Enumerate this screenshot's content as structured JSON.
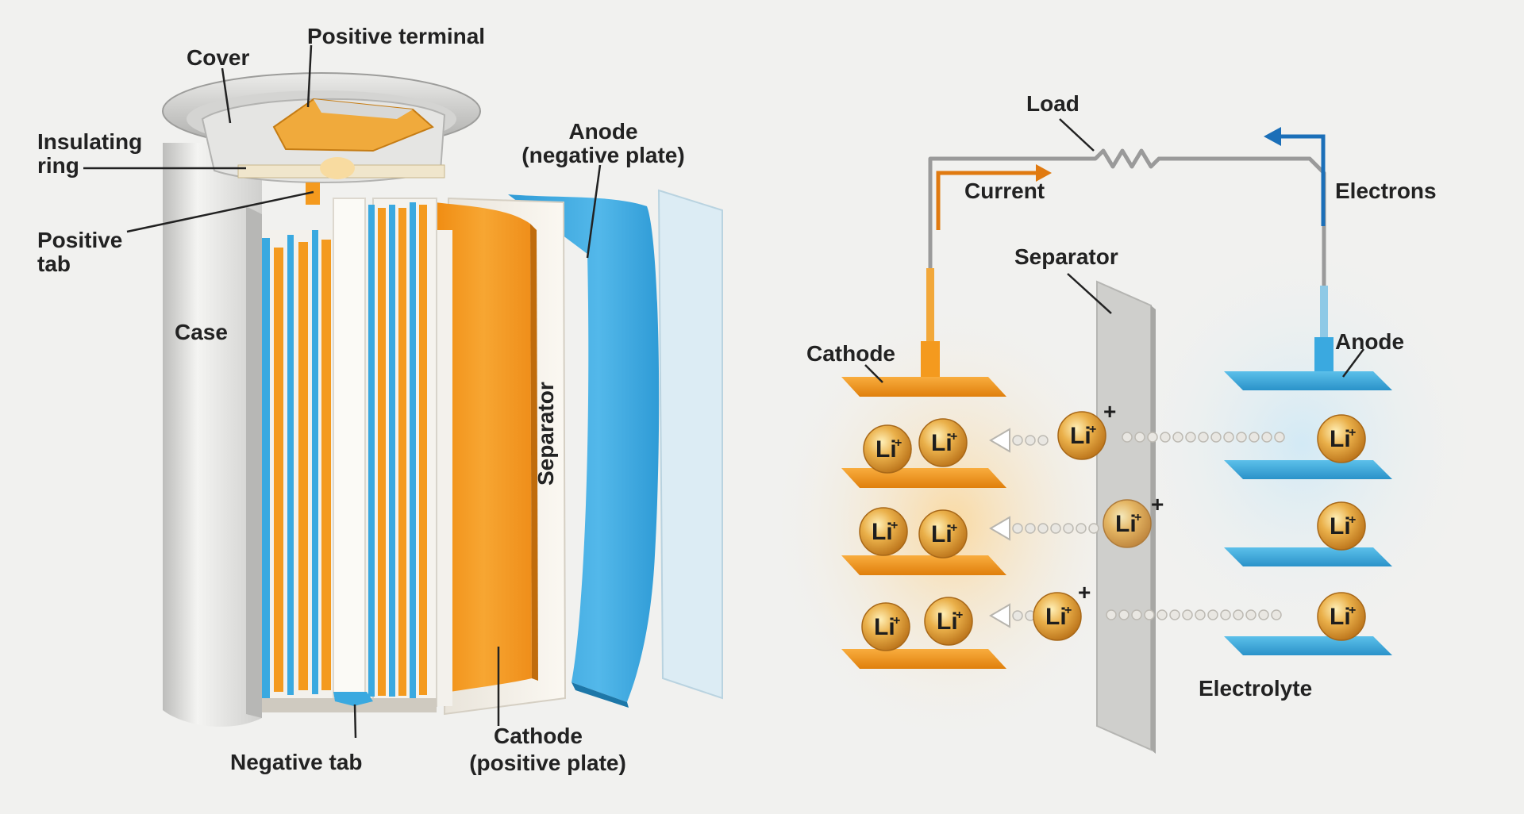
{
  "battery_cutaway": {
    "labels": {
      "cover": "Cover",
      "positive_terminal": "Positive terminal",
      "insulating_ring_1": "Insulating",
      "insulating_ring_2": "ring",
      "positive_tab_1": "Positive",
      "positive_tab_2": "tab",
      "case": "Case",
      "anode_1": "Anode",
      "anode_2": "(negative plate)",
      "separator": "Separator",
      "cathode_1": "Cathode",
      "cathode_2": "(positive plate)",
      "negative_tab": "Negative tab"
    }
  },
  "operation_diagram": {
    "labels": {
      "load": "Load",
      "current": "Current",
      "electrons": "Electrons",
      "separator": "Separator",
      "cathode": "Cathode",
      "anode": "Anode",
      "electrolyte": "Electrolyte"
    },
    "ion_text": "Li",
    "ion_charge": "+"
  },
  "colors": {
    "cathode_orange": "#f49a1e",
    "anode_blue": "#3aa9e0",
    "arrow_current": "#e07a10",
    "arrow_electrons": "#1b6fb8",
    "case_gray": "#dcdcda",
    "ion_gold": "#e8a93a"
  }
}
